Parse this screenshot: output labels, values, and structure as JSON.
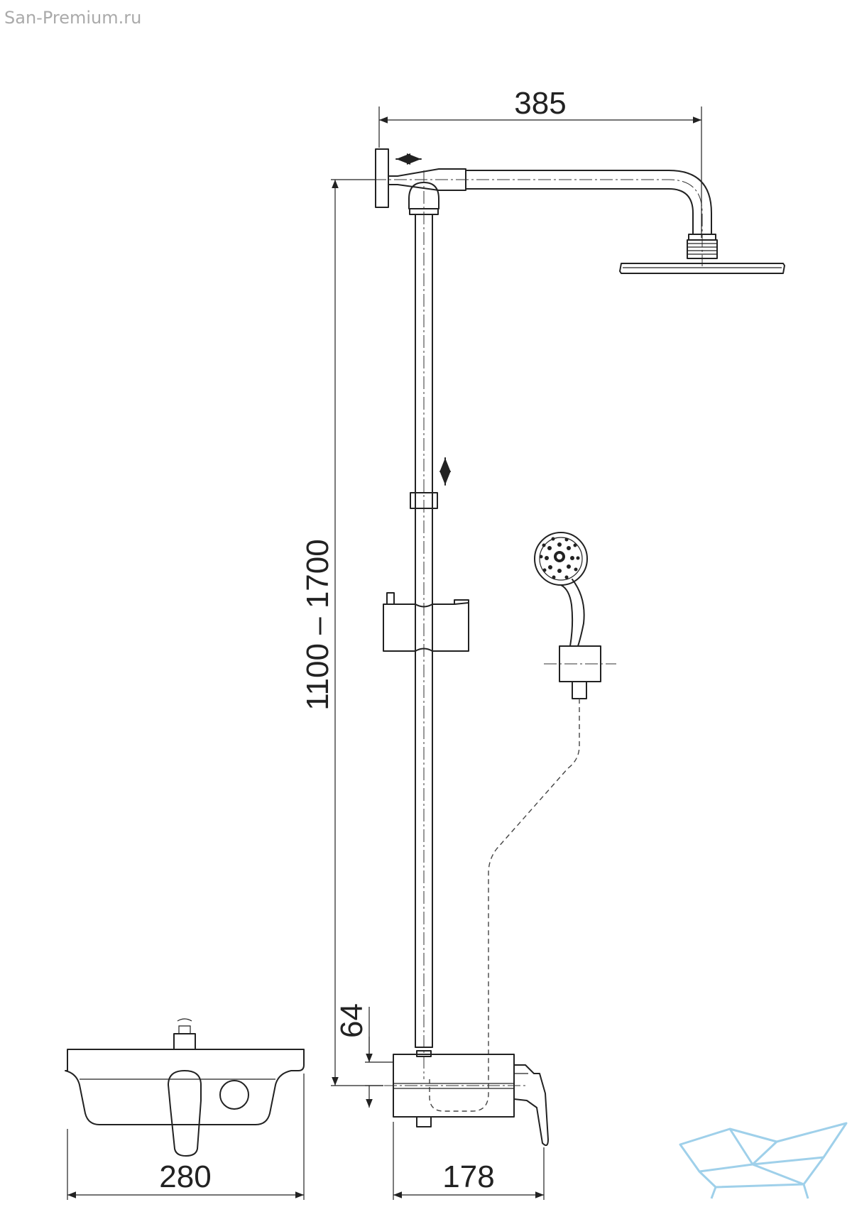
{
  "watermark": "San-Premium.ru",
  "dimensions": {
    "arm_reach": "385",
    "height_range": "1100 – 1700",
    "mixer_offset": "64",
    "mixer_width": "280",
    "mixer_depth": "178"
  },
  "colors": {
    "line": "#222222",
    "logo": "#9fd0ea"
  },
  "icons": {
    "logo": "bathtub-logo"
  }
}
